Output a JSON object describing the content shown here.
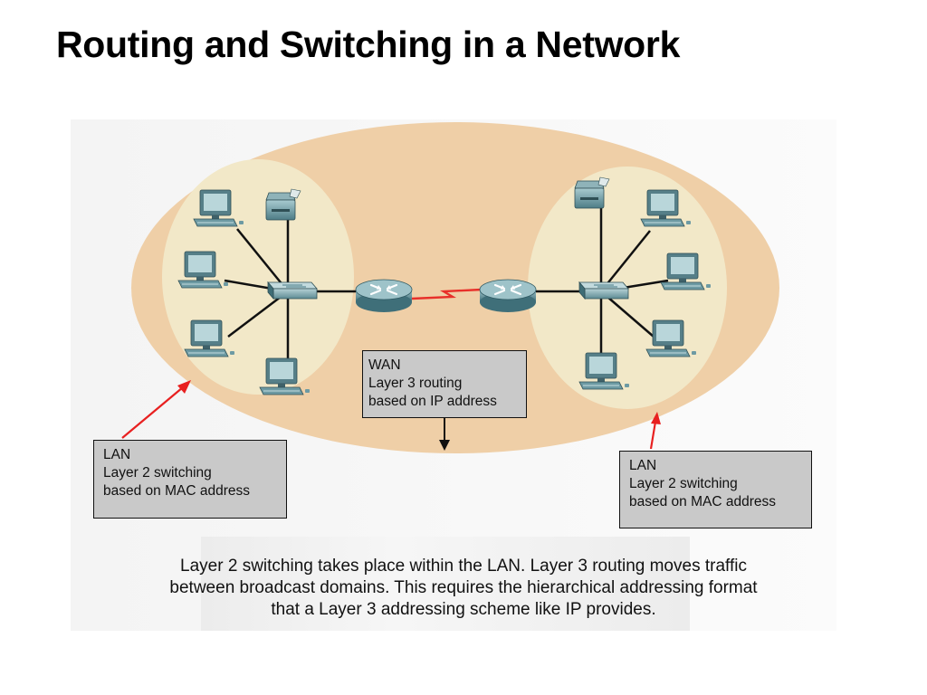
{
  "slide": {
    "title": "Routing and Switching in a Network"
  },
  "labels": {
    "wan": [
      "WAN",
      "Layer 3 routing",
      "based on IP address"
    ],
    "lan_left": [
      "LAN",
      "Layer 2 switching",
      "based on MAC address"
    ],
    "lan_right": [
      "LAN",
      "Layer 2 switching",
      "based on MAC address"
    ]
  },
  "caption": [
    "Layer 2 switching takes place within the LAN. Layer 3 routing moves traffic",
    "between broadcast domains. This requires the hierarchical addressing format",
    "that a Layer 3 addressing scheme like IP provides."
  ],
  "colors": {
    "wan_ellipse": "#efcfa7",
    "lan_ellipse": "#f2e8c8",
    "wan_link": "#e8302a",
    "arrow_red": "#e82020",
    "device_teal": "#5f8e97",
    "label_box": "#c9c9c9"
  },
  "icons": {
    "router": "router-icon",
    "switch": "switch-icon",
    "workstation": "workstation-icon",
    "printer": "printer-icon"
  }
}
